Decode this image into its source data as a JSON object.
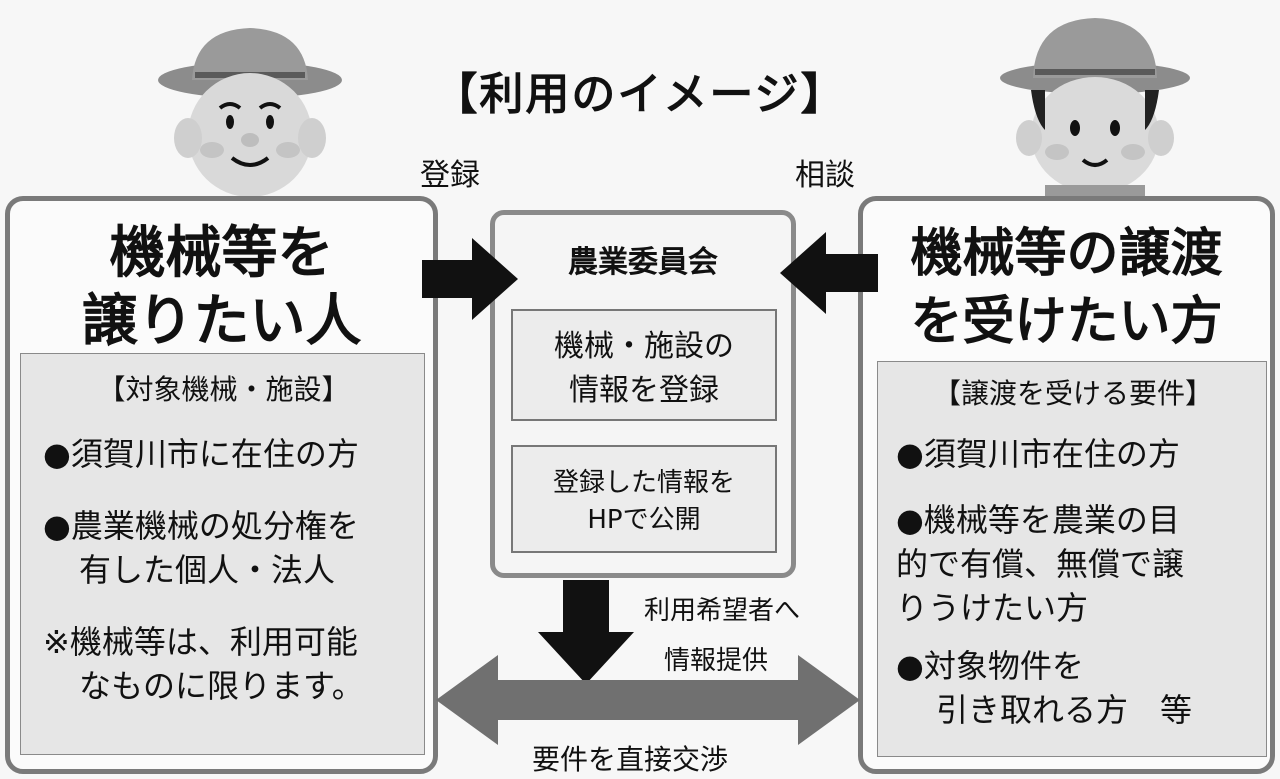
{
  "title": "【利用のイメージ】",
  "labels": {
    "register": "登録",
    "consult": "相談",
    "to_applicants": "利用希望者へ",
    "info_provide": "情報提供",
    "negotiate": "要件を直接交渉"
  },
  "left": {
    "heading_line1": "機械等を",
    "heading_line2": "譲りたい人",
    "panel_title": "【対象機械・施設】",
    "items": [
      "●須賀川市に在住の方",
      "●農業機械の処分権を",
      "有した個人・法人",
      "※機械等は、利用可能",
      "なものに限ります。"
    ]
  },
  "center": {
    "title": "農業委員会",
    "box1_line1": "機械・施設の",
    "box1_line2": "情報を登録",
    "box2_line1": "登録した情報を",
    "box2_line2": "HPで公開"
  },
  "right": {
    "heading_line1": "機械等の譲渡",
    "heading_line2": "を受けたい方",
    "panel_title": "【譲渡を受ける要件】",
    "items": [
      "●須賀川市在住の方",
      "●機械等を農業の目",
      "的で有償、無償で譲",
      "りうけたい方",
      "●対象物件を",
      "引き取れる方　等"
    ]
  },
  "colors": {
    "arrow_dark": "#111111",
    "arrow_grey": "#707070",
    "panel_grey": "#e6e6e6",
    "border_grey": "#7a7a7a"
  }
}
